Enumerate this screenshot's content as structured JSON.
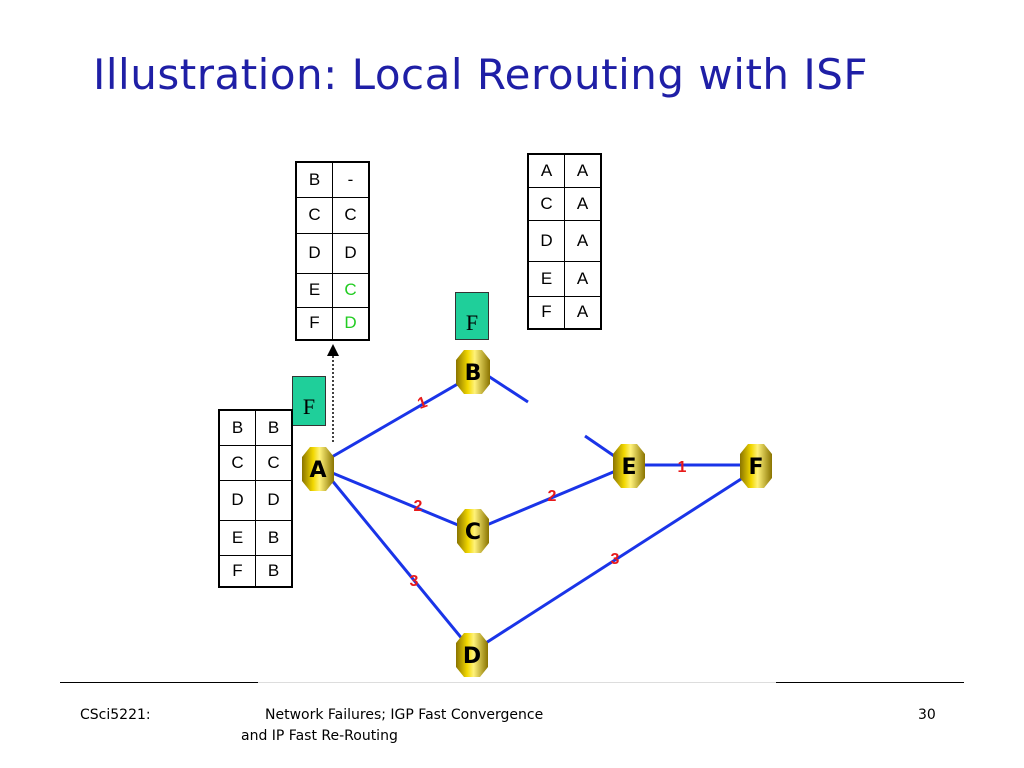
{
  "slide": {
    "title": "Illustration: Local Rerouting with ISF",
    "footer_left": "CSci5221:",
    "footer_center_line1": "Network Failures; IGP Fast Convergence",
    "footer_center_line2": "and IP Fast Re-Routing",
    "page_number": "30"
  },
  "diagram": {
    "nodes": [
      {
        "id": "A",
        "label": "A"
      },
      {
        "id": "B",
        "label": "B"
      },
      {
        "id": "C",
        "label": "C"
      },
      {
        "id": "D",
        "label": "D"
      },
      {
        "id": "E",
        "label": "E"
      },
      {
        "id": "F",
        "label": "F"
      }
    ],
    "links": [
      {
        "from": "A",
        "to": "B",
        "weight": "1"
      },
      {
        "from": "A",
        "to": "C",
        "weight": "2"
      },
      {
        "from": "A",
        "to": "D",
        "weight": "3"
      },
      {
        "from": "C",
        "to": "E",
        "weight": "2"
      },
      {
        "from": "D",
        "to": "F",
        "weight": "3"
      },
      {
        "from": "E",
        "to": "F",
        "weight": "1"
      },
      {
        "from": "B",
        "to": "E",
        "weight": "",
        "status": "failed"
      }
    ],
    "flags": {
      "near_A": "F",
      "near_B": "F"
    },
    "colors": {
      "link": "#1a34e8",
      "weight": "#e81a1a",
      "node": "#d4b400",
      "flag": "#1fcf9a",
      "changed_entry": "#22cc22",
      "title": "#1f1fa6"
    }
  },
  "tables": {
    "B_alt": {
      "rows": [
        [
          "B",
          "-"
        ],
        [
          "C",
          "C"
        ],
        [
          "D",
          "D"
        ],
        [
          "E",
          "C"
        ],
        [
          "F",
          "D"
        ]
      ],
      "changed_rows": [
        3,
        4
      ]
    },
    "E_table": {
      "rows": [
        [
          "A",
          "A"
        ],
        [
          "C",
          "A"
        ],
        [
          "D",
          "A"
        ],
        [
          "E",
          "A"
        ],
        [
          "F",
          "A"
        ]
      ]
    },
    "A_table": {
      "rows": [
        [
          "B",
          "B"
        ],
        [
          "C",
          "C"
        ],
        [
          "D",
          "D"
        ],
        [
          "E",
          "B"
        ],
        [
          "F",
          "B"
        ]
      ]
    }
  }
}
